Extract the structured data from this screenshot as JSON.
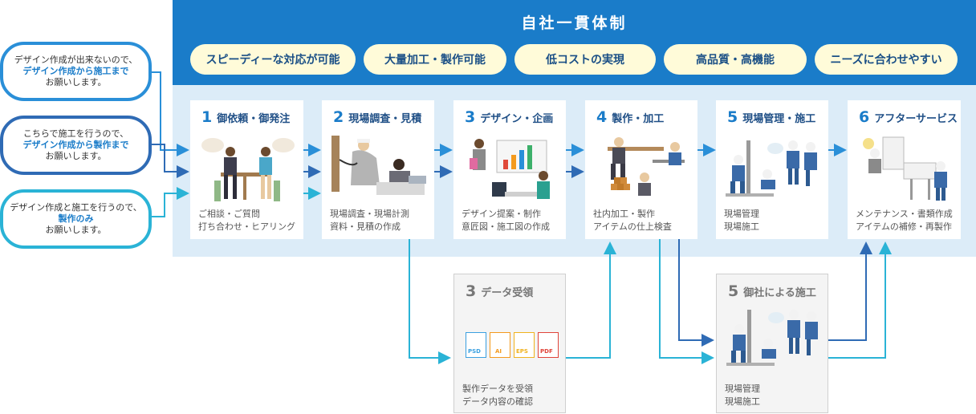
{
  "title": "自社一貫体制",
  "features": [
    "スピーディーな対応が可能",
    "大量加工・製作可能",
    "低コストの実現",
    "高品質・高機能",
    "ニーズに合わせやすい"
  ],
  "bubbles": [
    {
      "line1": "デザイン作成が出来ないので、",
      "line2": "デザイン作成から施工まで",
      "line3": "お願いします。",
      "color": "#2a8fd8"
    },
    {
      "line1": "こちらで施工を行うので、",
      "line2": "デザイン作成から製作まで",
      "line3": "お願いします。",
      "color": "#2f6bb5"
    },
    {
      "line1": "デザイン作成と施工を行うので、",
      "line2": "製作のみ",
      "line3": "お願いします。",
      "color": "#2ab3d6"
    }
  ],
  "steps": [
    {
      "num": "1",
      "title": "御依頼・御発注",
      "desc": "ご相談・ご質問\n打ち合わせ・ヒアリング"
    },
    {
      "num": "2",
      "title": "現場調査・見積",
      "desc": "現場調査・現場計測\n資料・見積の作成"
    },
    {
      "num": "3",
      "title": "デザイン・企画",
      "desc": "デザイン提案・制作\n意匠図・施工図の作成"
    },
    {
      "num": "4",
      "title": "製作・加工",
      "desc": "社内加工・製作\nアイテムの仕上検査"
    },
    {
      "num": "5",
      "title": "現場管理・施工",
      "desc": "現場管理\n現場施工"
    },
    {
      "num": "6",
      "title": "アフターサービス",
      "desc": "メンテナンス・書類作成\nアイテムの補修・再製作"
    }
  ],
  "alt_steps": [
    {
      "num": "3",
      "title": "データ受領",
      "desc": "製作データを受領\nデータ内容の確認"
    },
    {
      "num": "5",
      "title": "御社による施工",
      "desc": "現場管理\n現場施工"
    }
  ],
  "file_icons": [
    {
      "label": "PSD",
      "color": "#3aa0e0"
    },
    {
      "label": "AI",
      "color": "#f39a1e"
    },
    {
      "label": "EPS",
      "color": "#f0b21e"
    },
    {
      "label": "PDF",
      "color": "#e0443a"
    }
  ]
}
